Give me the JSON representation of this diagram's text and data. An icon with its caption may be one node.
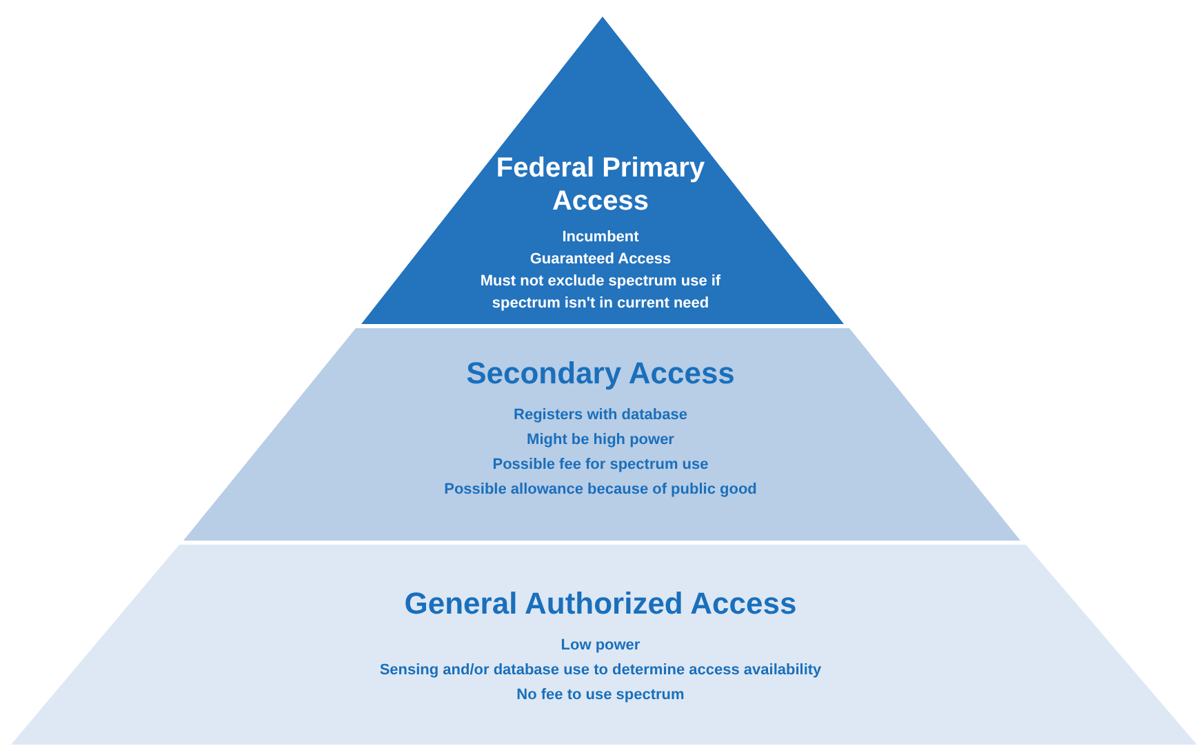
{
  "diagram": {
    "nodes": [
      {
        "text": [
          "Federal Primary Access",
          "Incumbent",
          "Guaranteed Access",
          "Must not exclude spectrum use if spectrum isn't in current need"
        ]
      },
      {
        "text": [
          "Secondary Access",
          "Registers with database",
          "Might be high power",
          "Possible fee for spectrum use",
          "Possible allowance because of public good"
        ]
      },
      {
        "text": [
          "General Authorized Access",
          "Low power",
          "Sensing and/or database use to determine access availability",
          "No fee to use spectrum"
        ]
      }
    ]
  }
}
